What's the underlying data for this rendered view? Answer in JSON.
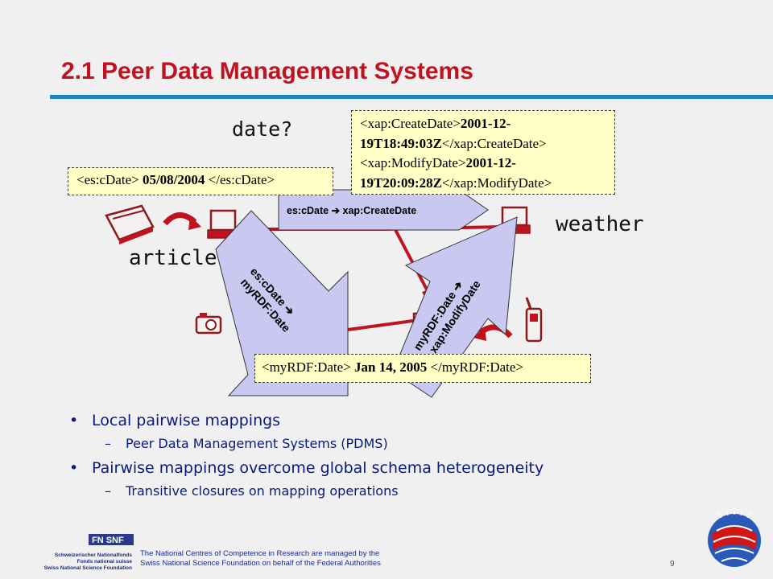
{
  "slide": {
    "title": "2.1 Peer Data Management Systems",
    "page_number": "9"
  },
  "labels": {
    "date_question": "date?",
    "article": "article",
    "weather": "weather"
  },
  "boxes": {
    "xap": {
      "line1_tag": "<xap:CreateDate>",
      "line1_val": "2001-12-",
      "line2_val": "19T18:49:03Z",
      "line2_tag": "</xap:CreateDate>",
      "line3_tag": "<xap:ModifyDate>",
      "line3_val": "2001-12-",
      "line4_val": "19T20:09:28Z",
      "line4_tag": "</xap:ModifyDate>"
    },
    "es": {
      "open_tag": "<es:cDate>",
      "value": "05/08/2004",
      "close_tag": "</es:cDate>"
    },
    "myrdf": {
      "open_tag": "<myRDF:Date>",
      "value": "Jan 14, 2005",
      "close_tag": "</myRDF:Date>"
    }
  },
  "mappings": {
    "top": "es:cDate ➔ xap:CreateDate",
    "left_line1": "es:cDate ➔",
    "left_line2": "myRDF:Date",
    "right_line1": "myRDF:Date ➔",
    "right_line2": "xap:ModifyDate"
  },
  "bullets": [
    {
      "text": "Local pairwise mappings",
      "sub": "Peer Data Management Systems (PDMS)"
    },
    {
      "text": "Pairwise mappings overcome global schema heterogeneity",
      "sub": "Transitive closures on mapping operations"
    }
  ],
  "footer": {
    "line1": "The National Centres of Competence in Research are managed by the",
    "line2": "Swiss National Science Foundation on behalf of the Federal Authorities",
    "snf_line1": "Schweizerischer Nationalfonds",
    "snf_line2": "Fonds national suisse",
    "snf_line3": "Swiss National Science Foundation",
    "fn_badge": "FN SNF"
  },
  "colors": {
    "title": "#c0121f",
    "rule": "#1e83c4",
    "callout_fill": "#c8c8f0",
    "box_fill": "#ffffc6",
    "link": "#c0121f",
    "bullet_text": "#0a1a7a"
  },
  "icons": [
    "scanner-icon",
    "computer-icon",
    "camera-icon",
    "mobile-phone-icon",
    "curved-arrow-icon"
  ]
}
